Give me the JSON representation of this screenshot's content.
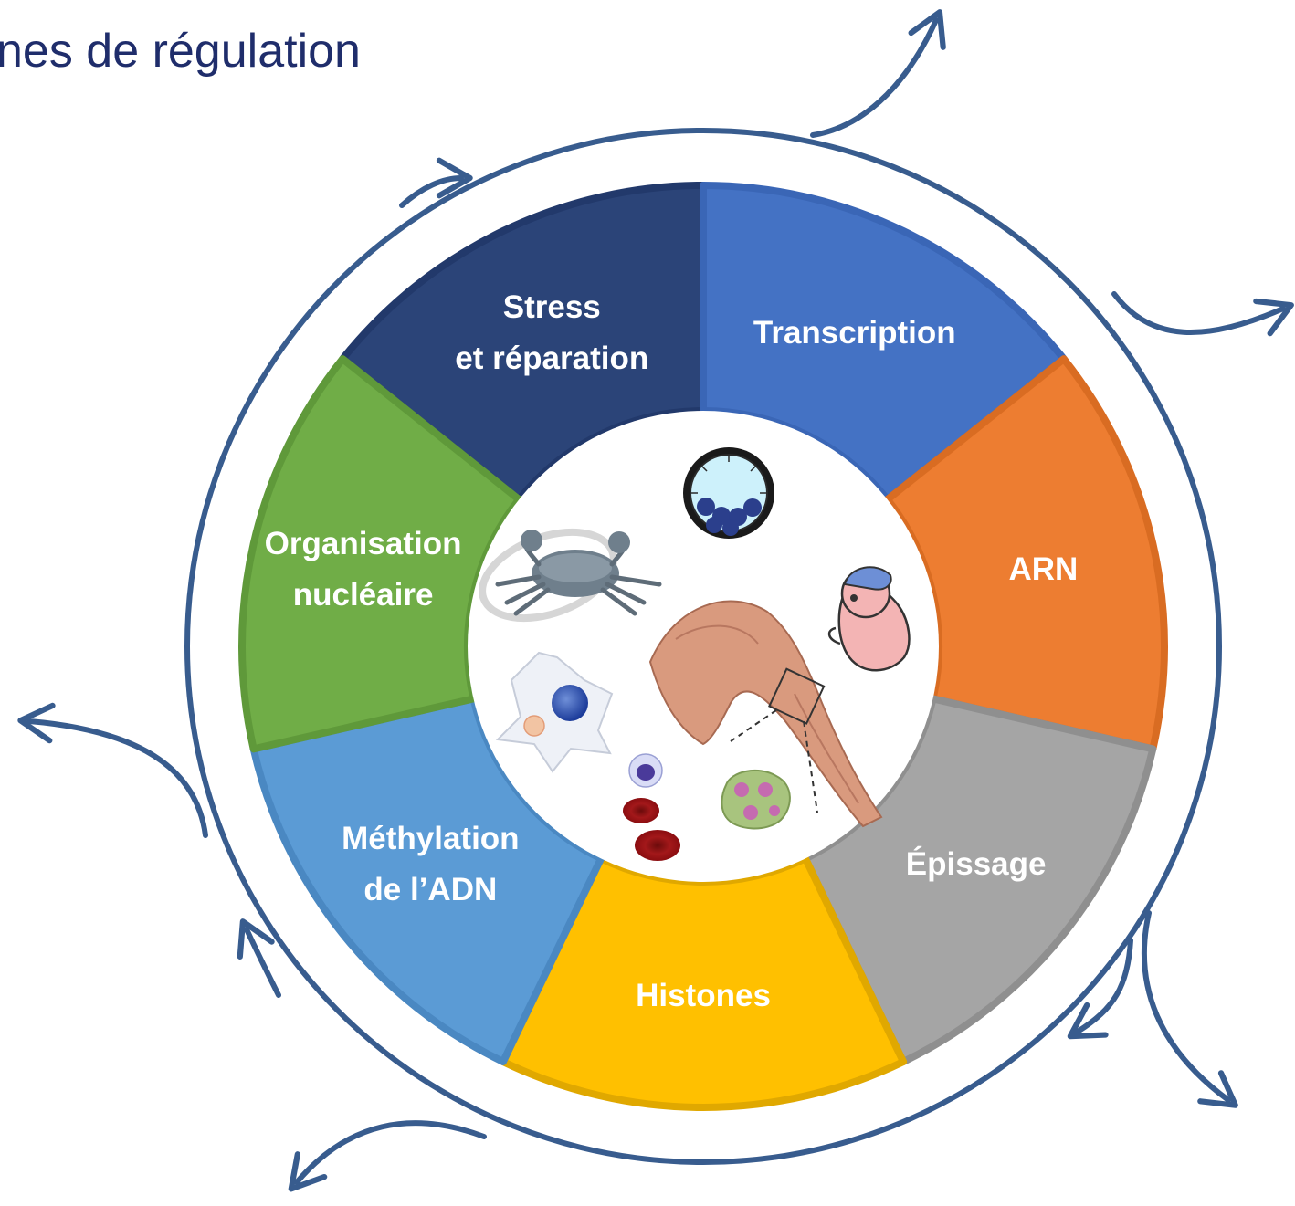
{
  "title": "nes de régulation",
  "colors": {
    "ring": "#385c8e",
    "text_title": "#1f2d6b",
    "label_text": "#ffffff"
  },
  "segments": [
    {
      "key": "stress",
      "lines": [
        "Stress",
        "et réparation"
      ],
      "fill": "#2b4478",
      "stroke": "#22396b"
    },
    {
      "key": "transcription",
      "lines": [
        "Transcription"
      ],
      "fill": "#4472c4",
      "stroke": "#3a66b6"
    },
    {
      "key": "arn",
      "lines": [
        "ARN"
      ],
      "fill": "#ed7d31",
      "stroke": "#d96c22"
    },
    {
      "key": "epissage",
      "lines": [
        "Épissage"
      ],
      "fill": "#a5a5a5",
      "stroke": "#8f8f8f"
    },
    {
      "key": "histones",
      "lines": [
        "Histones"
      ],
      "fill": "#ffc000",
      "stroke": "#e0a800"
    },
    {
      "key": "methylation",
      "lines": [
        "Méthylation",
        "de l’ADN"
      ],
      "fill": "#5b9bd5",
      "stroke": "#4a88c2"
    },
    {
      "key": "organisation",
      "lines": [
        "Organisation",
        "nucléaire"
      ],
      "fill": "#70ad47",
      "stroke": "#5f993a"
    }
  ],
  "center_icons": [
    "blastocyst-icon",
    "crab-icon",
    "embryo-icon",
    "arm-muscle-icon",
    "cell-icon",
    "blood-cell-icon",
    "islet-icon"
  ]
}
